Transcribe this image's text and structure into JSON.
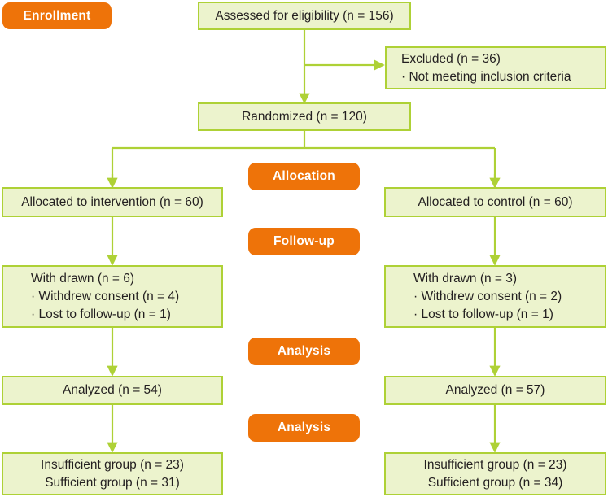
{
  "diagram": {
    "title": "CONSORT participant flow diagram",
    "colors": {
      "stage_badge": "#ee7309",
      "stage_text": "#ffffff",
      "node_fill": "#ecf3cd",
      "node_border": "#aed136",
      "connector": "#aed136",
      "node_text": "#231f20",
      "background": "#ffffff"
    }
  },
  "stages": {
    "enrollment": "Enrollment",
    "allocation": "Allocation",
    "followup": "Follow-up",
    "analysis_1": "Analysis",
    "analysis_2": "Analysis"
  },
  "nodes": {
    "assessed": {
      "line1": "Assessed for eligibility (n = 156)"
    },
    "excluded": {
      "line1": "Excluded (n = 36)",
      "line2": "· Not meeting inclusion criteria"
    },
    "randomized": {
      "line1": "Randomized (n = 120)"
    },
    "allocated_intervention": {
      "line1": "Allocated to intervention (n = 60)"
    },
    "allocated_control": {
      "line1": "Allocated to control (n = 60)"
    },
    "withdrawn_intervention": {
      "line1": "With drawn (n = 6)",
      "line2": "· Withdrew consent (n = 4)",
      "line3": "· Lost to follow-up (n = 1)"
    },
    "withdrawn_control": {
      "line1": "With drawn (n = 3)",
      "line2": "· Withdrew consent (n = 2)",
      "line3": "· Lost to follow-up (n = 1)"
    },
    "analyzed_intervention": {
      "line1": "Analyzed (n = 54)"
    },
    "analyzed_control": {
      "line1": "Analyzed (n = 57)"
    },
    "final_intervention": {
      "line1": "Insufficient group (n = 23)",
      "line2": "Sufficient group (n = 31)"
    },
    "final_control": {
      "line1": "Insufficient group (n = 23)",
      "line2": "Sufficient group (n = 34)"
    }
  }
}
